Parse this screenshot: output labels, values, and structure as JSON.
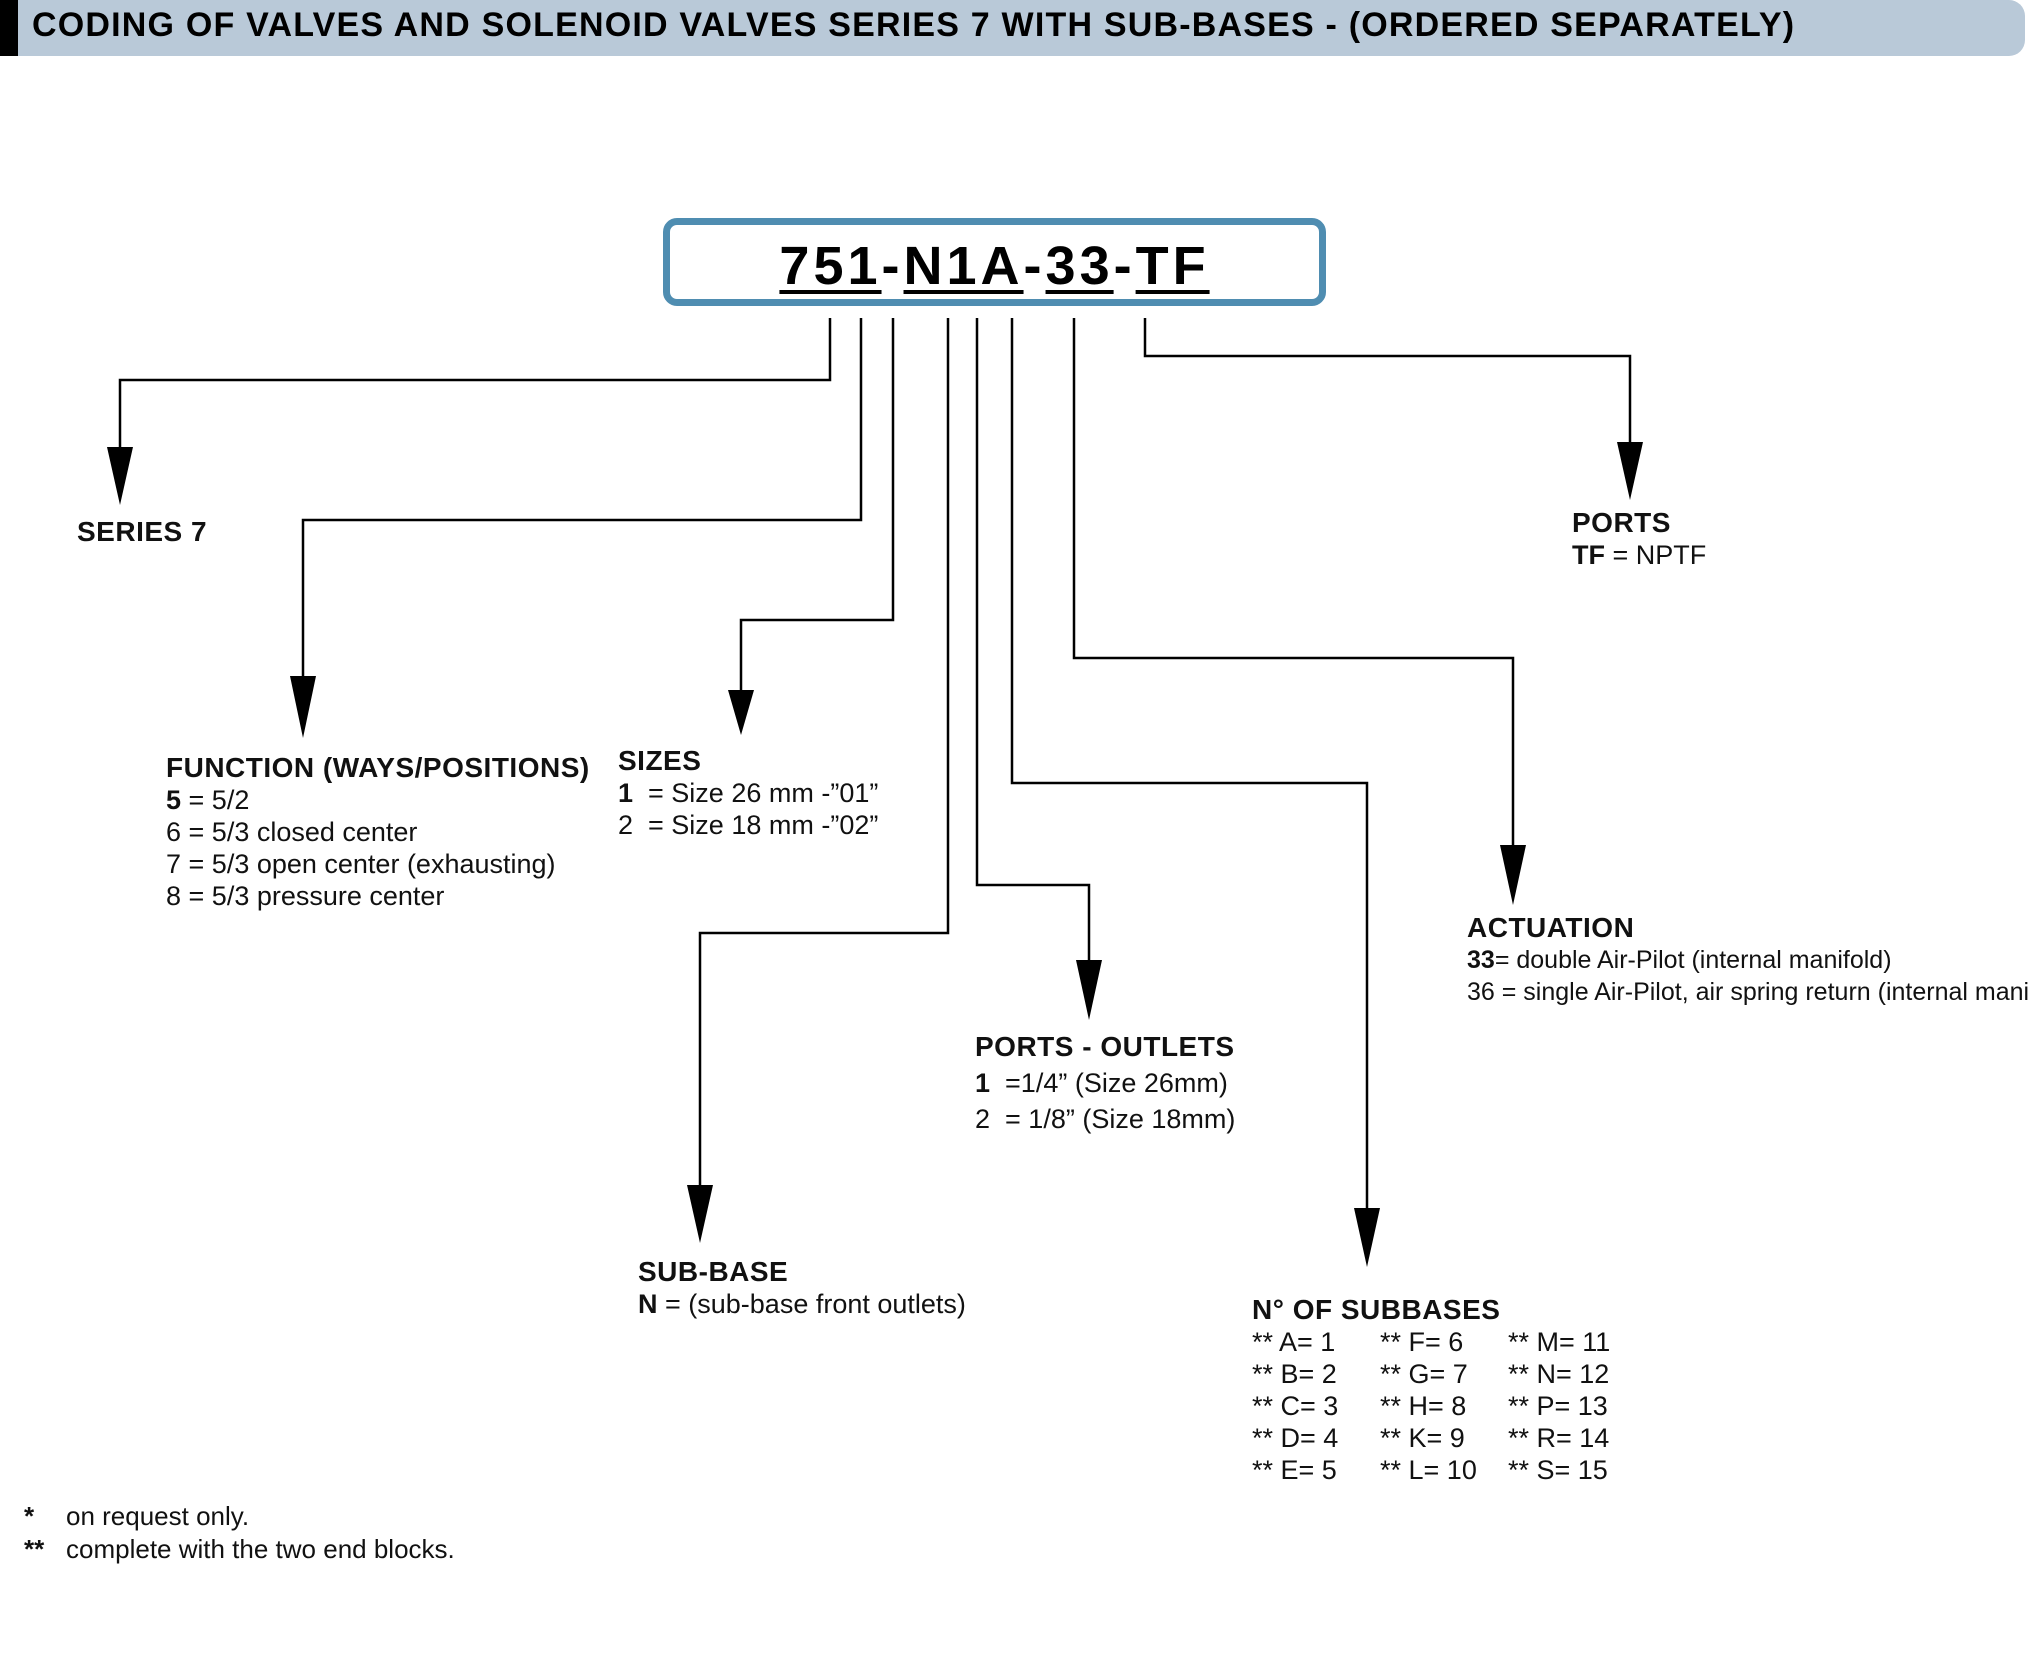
{
  "header": {
    "title": "CODING OF VALVES AND SOLENOID VALVES SERIES 7 WITH SUB-BASES - (ORDERED SEPARATELY)"
  },
  "code": {
    "seg1": "751",
    "sep1": "-",
    "seg2": "N1A",
    "sep2": "-",
    "seg3": "33",
    "sep3": "-",
    "seg4": "TF"
  },
  "series": {
    "title": "SERIES 7"
  },
  "function": {
    "title": "FUNCTION (WAYS/POSITIONS)",
    "items": [
      {
        "code": "5",
        "text": " = 5/2"
      },
      {
        "code": "6",
        "text": " = 5/3 closed center"
      },
      {
        "code": "7",
        "text": " = 5/3 open center (exhausting)"
      },
      {
        "code": "8",
        "text": " = 5/3 pressure center"
      }
    ]
  },
  "sizes": {
    "title": "SIZES",
    "items": [
      {
        "code": "1",
        "text": "  = Size 26 mm -”01”"
      },
      {
        "code": "2",
        "text": "  = Size 18 mm -”02”"
      }
    ]
  },
  "subbase": {
    "title": "SUB-BASE",
    "items": [
      {
        "code": "N",
        "text": " = (sub-base front outlets)"
      }
    ]
  },
  "ports_outlets": {
    "title": "PORTS - OUTLETS",
    "items": [
      {
        "code": "1",
        "text": "  =1/4” (Size 26mm)"
      },
      {
        "code": "2",
        "text": "  = 1/8” (Size 18mm)"
      }
    ]
  },
  "num_subbases": {
    "title": "N° OF SUBBASES",
    "items": [
      "** A= 1",
      "** F= 6",
      "** M= 11",
      "** B= 2",
      "** G= 7",
      "** N= 12",
      "** C= 3",
      "** H= 8",
      "** P= 13",
      "** D= 4",
      "** K= 9",
      "** R= 14",
      "** E= 5",
      "** L= 10",
      "** S= 15"
    ]
  },
  "actuation": {
    "title": "ACTUATION",
    "items": [
      {
        "code": "33",
        "text": "= double Air-Pilot (internal manifold)"
      },
      {
        "code": "36",
        "text": " = single Air-Pilot, air spring return (internal manifold)"
      }
    ]
  },
  "ports": {
    "title": "PORTS",
    "items": [
      {
        "code": "TF",
        "text": " = NPTF"
      }
    ]
  },
  "footnotes": [
    {
      "mark": "*",
      "text": "on request only."
    },
    {
      "mark": "**",
      "text": "complete with the two end blocks."
    }
  ],
  "colors": {
    "header_bg": "#b9c9d8",
    "code_border": "#4f8db1",
    "line": "#000000"
  }
}
